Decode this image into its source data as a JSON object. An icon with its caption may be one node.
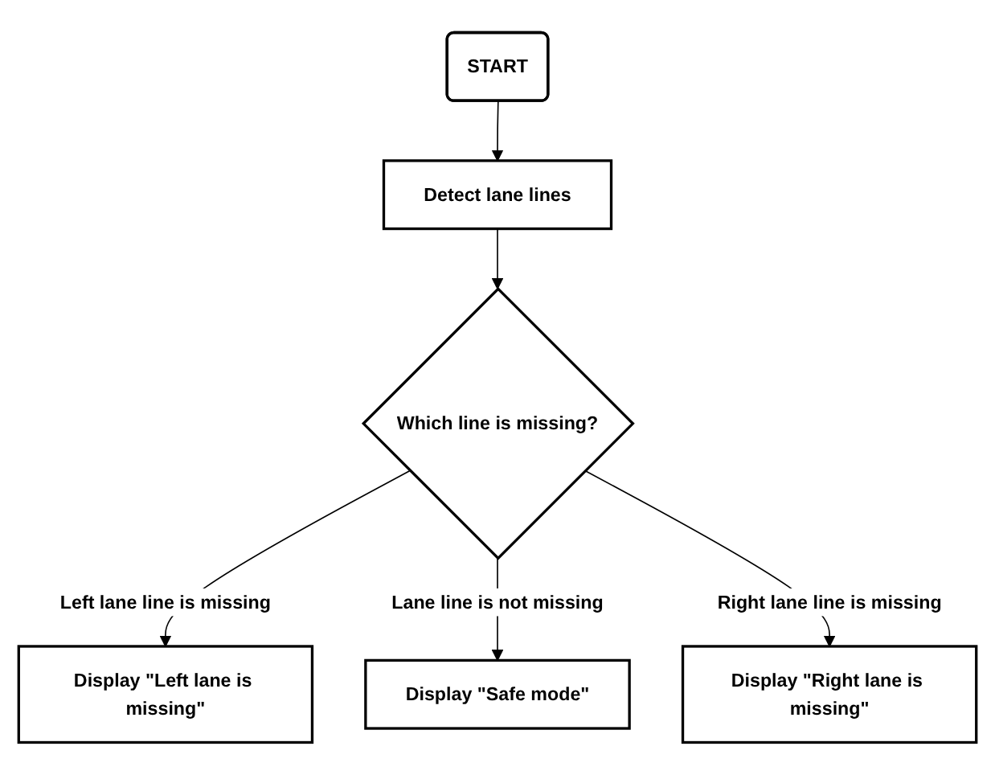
{
  "diagram": {
    "nodes": [
      {
        "text": [
          "START"
        ]
      },
      {
        "text": [
          "Detect lane lines"
        ]
      },
      {
        "text": [
          "Which line is missing?"
        ]
      },
      {
        "text": [
          "Display \"Left lane is missing\""
        ]
      },
      {
        "text": [
          "Display \"Safe mode\""
        ]
      },
      {
        "text": [
          "Display \"Right lane is missing\""
        ]
      }
    ],
    "edges": [
      {
        "from": 0,
        "to": 1,
        "arrow": "to"
      },
      {
        "from": 1,
        "to": 2,
        "arrow": "to"
      },
      {
        "from": 2,
        "to": 3,
        "arrow": "to",
        "label": "Left lane line is missing"
      },
      {
        "from": 2,
        "to": 4,
        "arrow": "to",
        "label": "Lane line is not missing"
      },
      {
        "from": 2,
        "to": 5,
        "arrow": "to",
        "label": "Right lane line is missing"
      }
    ]
  }
}
